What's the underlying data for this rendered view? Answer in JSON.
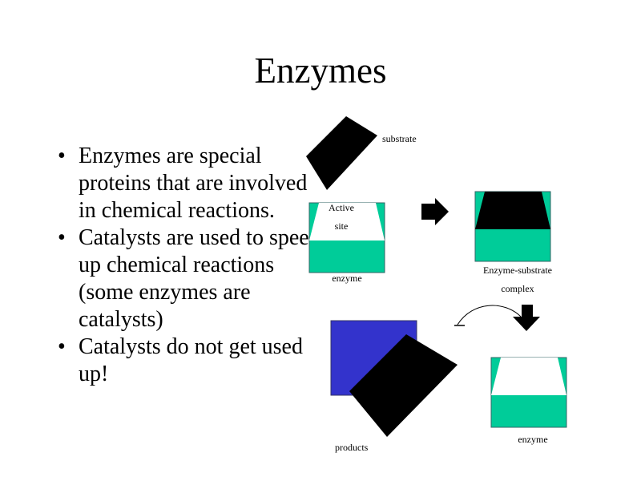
{
  "slide": {
    "title": "Enzymes",
    "bullets": [
      "Enzymes are special proteins that are involved in chemical reactions.",
      "Catalysts are used to speed up chemical reactions (some enzymes are catalysts)",
      "Catalysts do not get used up!"
    ],
    "bullet_symbol": "•"
  },
  "diagram": {
    "labels": {
      "substrate": "substrate",
      "active_site_1": "Active",
      "active_site_2": "site",
      "enzyme_1": "enzyme",
      "complex_1": "Enzyme-substrate",
      "complex_2": "complex",
      "products": "products",
      "enzyme_2": "enzyme"
    },
    "colors": {
      "enzyme": "#00CC99",
      "substrate": "#000000",
      "product": "#3333CC",
      "border": "#336666"
    }
  }
}
